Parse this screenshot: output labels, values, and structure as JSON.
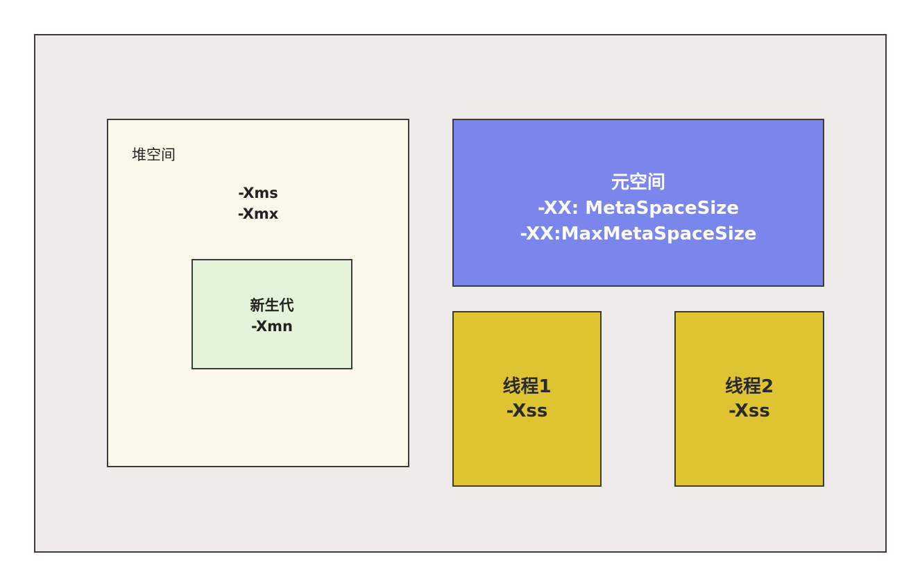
{
  "heap": {
    "title": "堆空间",
    "param1": "-Xms",
    "param2": "-Xmx",
    "young": {
      "title": "新生代",
      "param": "-Xmn"
    }
  },
  "metaspace": {
    "title": "元空间",
    "param1": "-XX: MetaSpaceSize",
    "param2": "-XX:MaxMetaSpaceSize"
  },
  "threads": [
    {
      "title": "线程1",
      "param": "-Xss"
    },
    {
      "title": "线程2",
      "param": "-Xss"
    }
  ],
  "colors": {
    "outer_bg": "#efebeb",
    "heap_bg": "#fbf7ea",
    "young_bg": "#e4f4da",
    "metaspace_bg": "#7b86ec",
    "thread_bg": "#dfc431",
    "border": "#3a3a3a"
  }
}
